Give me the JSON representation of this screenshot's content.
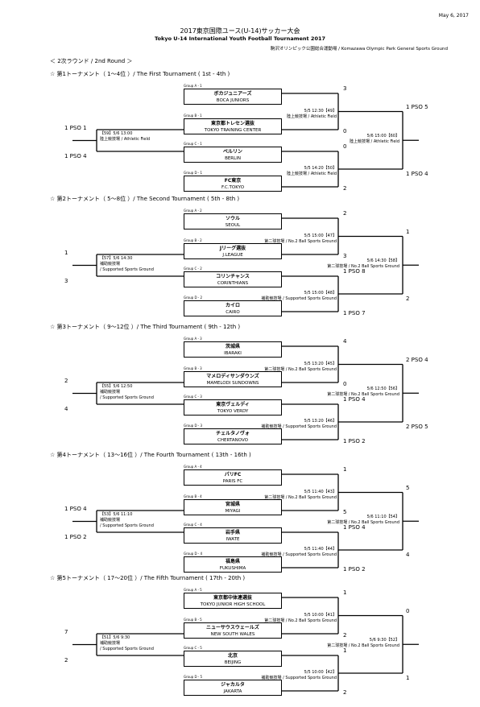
{
  "date": "May 6, 2017",
  "title_ja": "2017東京国際ユース(U-14)サッカー大会",
  "title_en": "Tokyo U-14 International Youth Football Tournament 2017",
  "venue": "駒沢オリンピック公園総合運動場 / Komazawa Olympic Park General Sports Ground",
  "round": "＜ 2次ラウンド / 2nd Round ＞",
  "sections": [
    {
      "title": "☆ 第1トーナメント（ 1〜4位 ）/ The First Tournament ( 1st - 4th )",
      "teams": [
        {
          "group": "Group A - 1",
          "ja": "ボカジュニアーズ",
          "en": "BOCA JUNIORS",
          "score": "3"
        },
        {
          "group": "Group B - 1",
          "ja": "東京都トレセン選抜",
          "en": "TOKYO TRAINING CENTER",
          "score": "0"
        },
        {
          "group": "Group C - 1",
          "ja": "ベルリン",
          "en": "BERLIN",
          "score": "0"
        },
        {
          "group": "Group D - 1",
          "ja": "FC東京",
          "en": "F.C.TOKYO",
          "score": "2"
        }
      ],
      "semi1": {
        "info": "5/5 12:30【49】",
        "venue": "陸上競技場 / Athletic Field"
      },
      "semi2": {
        "info": "5/5 14:20【50】",
        "venue": "陸上競技場 / Athletic Field"
      },
      "third": {
        "info": "【59】5/6 13:00",
        "venue": "陸上競技場 / Athletic Field",
        "line2": ""
      },
      "final": {
        "info": "5/6 15:00【60】",
        "venue": "陸上競技場 / Athletic Field"
      },
      "left_top": "1 PSO 1",
      "left_bottom": "1 PSO 4",
      "right_top": "1 PSO 5",
      "right_bottom": "1 PSO 4",
      "mid_top": "",
      "mid_bottom": ""
    },
    {
      "title": "☆ 第2トーナメント（ 5〜8位 ）/ The Second Tournament ( 5th - 8th )",
      "teams": [
        {
          "group": "Group A - 2",
          "ja": "ソウル",
          "en": "SEOUL",
          "score": "2"
        },
        {
          "group": "Group B - 2",
          "ja": "Jリーグ選抜",
          "en": "J.LEAGUE",
          "score": "3"
        },
        {
          "group": "Group C - 2",
          "ja": "コリンチャンス",
          "en": "CORINTHIANS",
          "score": "1 PSO 8"
        },
        {
          "group": "Group D - 2",
          "ja": "カイロ",
          "en": "CAIRO",
          "score": "1 PSO 7"
        }
      ],
      "semi1": {
        "info": "5/5 15:00【47】",
        "venue": "第二球技場 / No.2 Ball Sports Ground"
      },
      "semi2": {
        "info": "5/5 15:00【48】",
        "venue": "補助競技場 / Supported Sports Ground"
      },
      "third": {
        "info": "【57】5/6 14:30",
        "venue": "補助競技場",
        "line2": "/ Supported Sports Ground"
      },
      "final": {
        "info": "5/6 14:30【58】",
        "venue": "第二球技場 / No.2 Ball Sports Ground"
      },
      "left_top": "1",
      "left_bottom": "3",
      "right_top": "1",
      "right_bottom": "2",
      "mid_top": "",
      "mid_bottom": ""
    },
    {
      "title": "☆ 第3トーナメント（ 9〜12位 ）/ The Third Tournament ( 9th - 12th )",
      "teams": [
        {
          "group": "Group A - 3",
          "ja": "茨城県",
          "en": "IBARAKI",
          "score": "4"
        },
        {
          "group": "Group B - 3",
          "ja": "マメロディサンダウンズ",
          "en": "MAMELODI SUNDOWNS",
          "score": "0"
        },
        {
          "group": "Group C - 3",
          "ja": "東京ヴェルディ",
          "en": "TOKYO VERDY",
          "score": "1 PSO 4"
        },
        {
          "group": "Group D - 3",
          "ja": "チェルタノヴォ",
          "en": "CHERTANOVO",
          "score": "1 PSO 2"
        }
      ],
      "semi1": {
        "info": "5/5 13:20【45】",
        "venue": "第二球技場 / No.2 Ball Sports Ground"
      },
      "semi2": {
        "info": "5/5 13:20【46】",
        "venue": "補助競技場 / Supported Sports Ground"
      },
      "third": {
        "info": "【55】5/6 12:50",
        "venue": "補助競技場",
        "line2": "/ Supported Sports Ground"
      },
      "final": {
        "info": "5/6 12:50【56】",
        "venue": "第二球技場 / No.2 Ball Sports Ground"
      },
      "left_top": "2",
      "left_bottom": "4",
      "right_top": "2 PSO 4",
      "right_bottom": "2 PSO 5",
      "mid_top": "",
      "mid_bottom": ""
    },
    {
      "title": "☆ 第4トーナメント（ 13〜16位 ）/ The Fourth Tournament ( 13th - 16th )",
      "teams": [
        {
          "group": "Group A - 4",
          "ja": "パリFC",
          "en": "PARIS FC",
          "score": "1"
        },
        {
          "group": "Group B - 4",
          "ja": "宮城県",
          "en": "MIYAGI",
          "score": "5"
        },
        {
          "group": "Group C - 4",
          "ja": "岩手県",
          "en": "IWATE",
          "score": "1 PSO 4"
        },
        {
          "group": "Group D - 4",
          "ja": "福島県",
          "en": "FUKUSHIMA",
          "score": "1 PSO 2"
        }
      ],
      "semi1": {
        "info": "5/5 11:40【43】",
        "venue": "第二球技場 / No.2 Ball Sports Ground"
      },
      "semi2": {
        "info": "5/5 11:40【44】",
        "venue": "補助競技場 / Supported Sports Ground"
      },
      "third": {
        "info": "【53】5/6 11:10",
        "venue": "補助競技場",
        "line2": "/ Supported Sports Ground"
      },
      "final": {
        "info": "5/6 11:10【54】",
        "venue": "第二球技場 / No.2 Ball Sports Ground"
      },
      "left_top": "1 PSO 4",
      "left_bottom": "1 PSO 2",
      "right_top": "5",
      "right_bottom": "4",
      "mid_top": "",
      "mid_bottom": ""
    },
    {
      "title": "☆ 第5トーナメント（ 17〜20位 ）/ The Fifth Tournament ( 17th - 20th )",
      "teams": [
        {
          "group": "Group A - 5",
          "ja": "東京都中体連選抜",
          "en": "TOKYO JUNIOR HIGH SCHOOL",
          "score": "1"
        },
        {
          "group": "Group B - 5",
          "ja": "ニューサウスウェールズ",
          "en": "NEW SOUTH WALES",
          "score": "2"
        },
        {
          "group": "Group C - 5",
          "ja": "北京",
          "en": "BEIJING",
          "score": "1"
        },
        {
          "group": "Group D - 5",
          "ja": "ジャカルタ",
          "en": "JAKARTA",
          "score": "2"
        }
      ],
      "semi1": {
        "info": "5/5 10:00【41】",
        "venue": "第二球技場 / No.2 Ball Sports Ground"
      },
      "semi2": {
        "info": "5/5 10:00【42】",
        "venue": "補助競技場 / Supported Sports Ground"
      },
      "third": {
        "info": "【51】5/6 9:30",
        "venue": "補助競技場",
        "line2": "/ Supported Sports Ground"
      },
      "final": {
        "info": "5/6 9:30【52】",
        "venue": "第二球技場 / No.2 Ball Sports Ground"
      },
      "left_top": "7",
      "left_bottom": "2",
      "right_top": "0",
      "right_bottom": "1",
      "mid_top": "",
      "mid_bottom": ""
    }
  ]
}
